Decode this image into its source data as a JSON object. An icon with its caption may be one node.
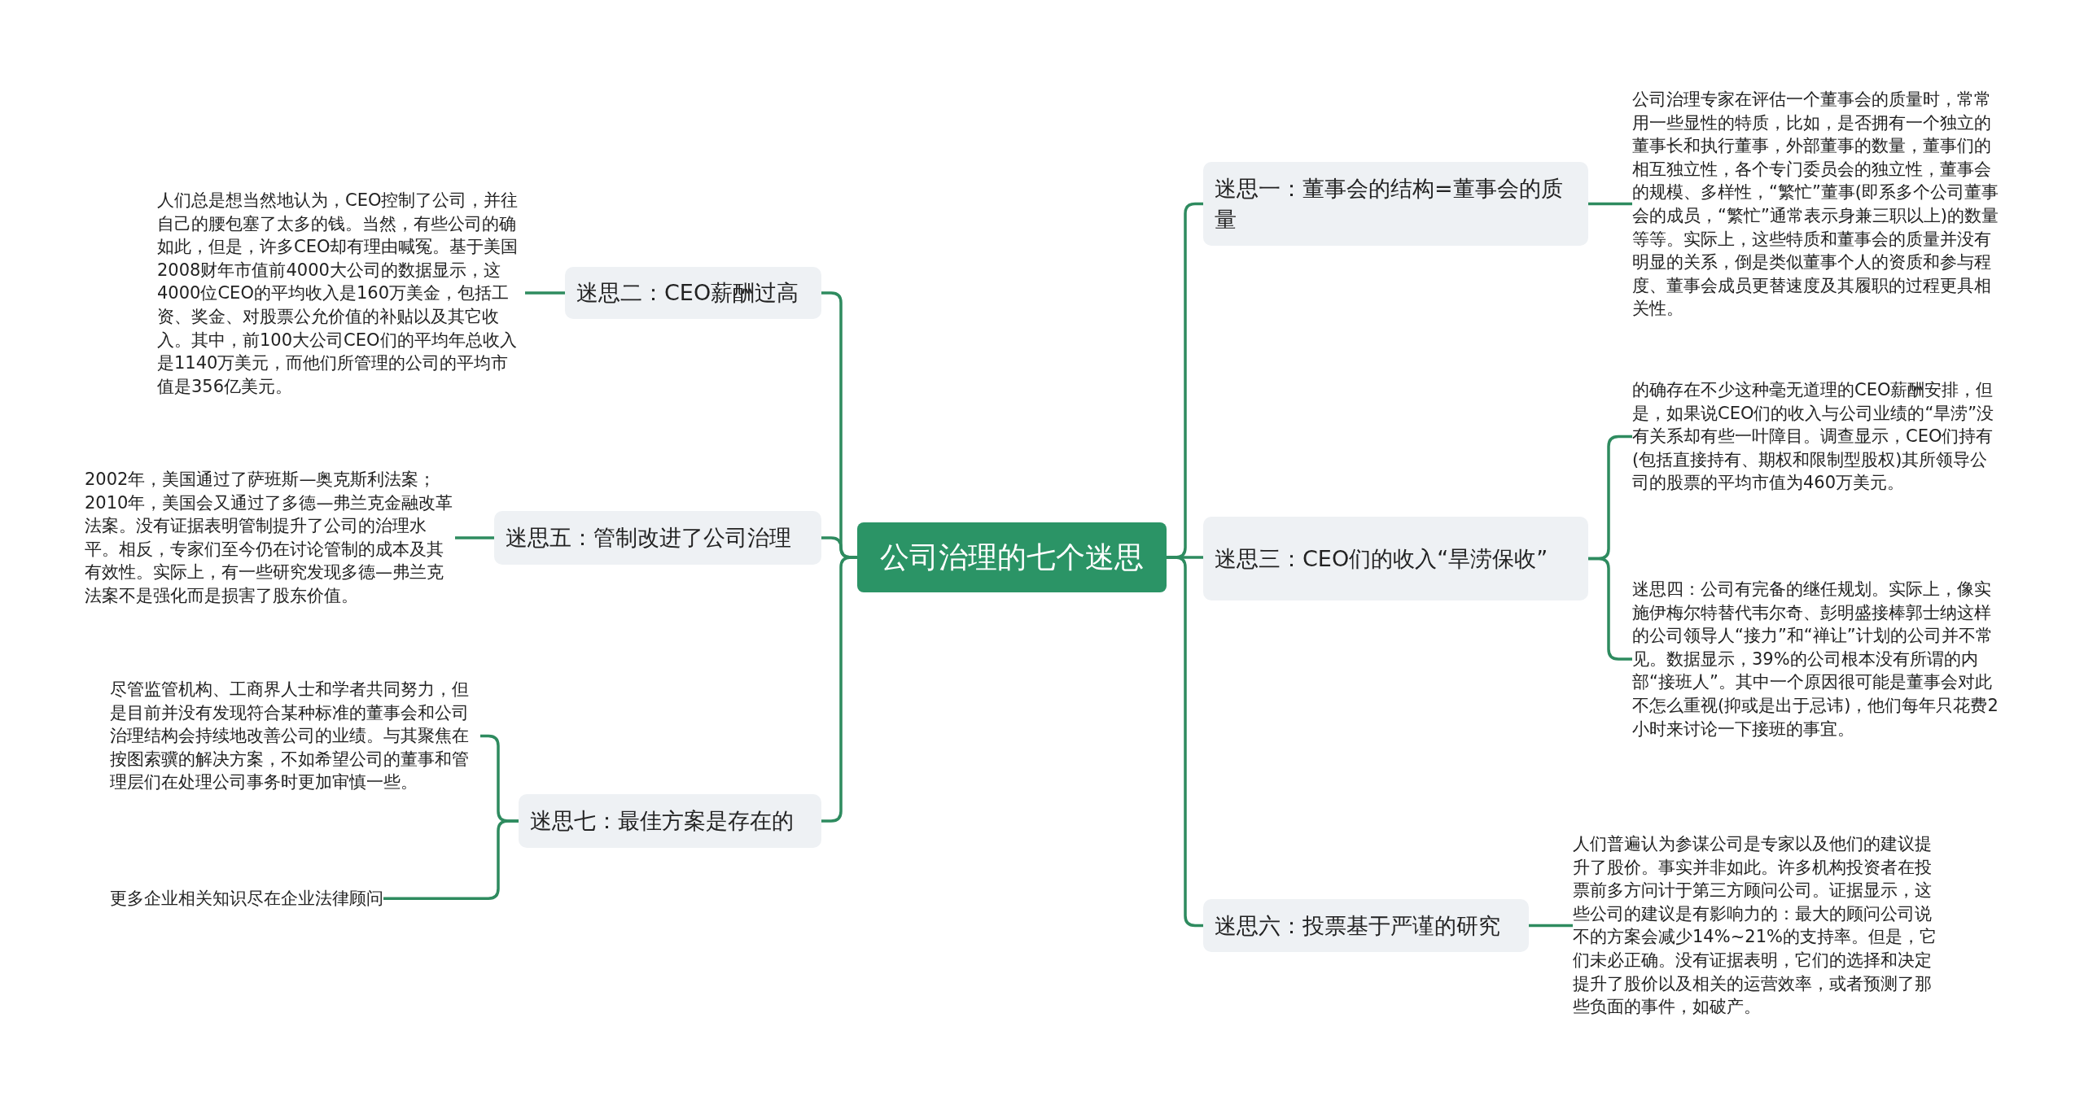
{
  "diagram": {
    "nodes": [
      {
        "text": [
          "公司治理的七个迷思"
        ]
      },
      {
        "text": [
          "迷思二：CEO薪酬过高"
        ]
      },
      {
        "text": [
          "人们总是想当然地认为，CEO控制了公司，并往自己的腰包塞了太多的钱。当然，有些公司的确如此，但是，许多CEO却有理由喊冤。基于美国2008财年市值前4000大公司的数据显示，这4000位CEO的平均收入是160万美金，包括工资、奖金、对股票公允价值的补贴以及其它收入。其中，前100大公司CEO们的平均年总收入是1140万美元，而他们所管理的公司的平均市值是356亿美元。"
        ]
      },
      {
        "text": [
          "迷思五：管制改进了公司治理"
        ]
      },
      {
        "text": [
          "2002年，美国通过了萨班斯—奥克斯利法案；2010年，美国会又通过了多德—弗兰克金融改革法案。没有证据表明管制提升了公司的治理水平。相反，专家们至今仍在讨论管制的成本及其有效性。实际上，有一些研究发现多德—弗兰克法案不是强化而是损害了股东价值。"
        ]
      },
      {
        "text": [
          "迷思七：最佳方案是存在的"
        ]
      },
      {
        "text": [
          "尽管监管机构、工商界人士和学者共同努力，但是目前并没有发现符合某种标准的董事会和公司治理结构会持续地改善公司的业绩。与其聚焦在按图索骥的解决方案，不如希望公司的董事和管理层们在处理公司事务时更加审慎一些。"
        ]
      },
      {
        "text": [
          "更多企业相关知识尽在企业法律顾问"
        ]
      },
      {
        "text": [
          "迷思一：董事会的结构=董事会的质量"
        ]
      },
      {
        "text": [
          "公司治理专家在评估一个董事会的质量时，常常用一些显性的特质，比如，是否拥有一个独立的董事长和执行董事，外部董事的数量，董事们的相互独立性，各个专门委员会的独立性，董事会的规模、多样性，“繁忙”董事(即系多个公司董事会的成员，“繁忙”通常表示身兼三职以上)的数量等等。实际上，这些特质和董事会的质量并没有明显的关系，倒是类似董事个人的资质和参与程度、董事会成员更替速度及其履职的过程更具相关性。"
        ]
      },
      {
        "text": [
          "迷思三：CEO们的收入“旱涝保收”"
        ]
      },
      {
        "text": [
          "的确存在不少这种毫无道理的CEO薪酬安排，但是，如果说CEO们的收入与公司业绩的“旱涝”没有关系却有些一叶障目。调查显示，CEO们持有(包括直接持有、期权和限制型股权)其所领导公司的股票的平均市值为460万美元。"
        ]
      },
      {
        "text": [
          "迷思四：公司有完备的继任规划。实际上，像实施伊梅尔特替代韦尔奇、彭明盛接棒郭士纳这样的公司领导人“接力”和“禅让”计划的公司并不常见。数据显示，39%的公司根本没有所谓的内部“接班人”。其中一个原因很可能是董事会对此不怎么重视(抑或是出于忌讳)，他们每年只花费2小时来讨论一下接班的事宜。"
        ]
      },
      {
        "text": [
          "迷思六：投票基于严谨的研究"
        ]
      },
      {
        "text": [
          "人们普遍认为参谋公司是专家以及他们的建议提升了股价。事实并非如此。许多机构投资者在投票前多方问计于第三方顾问公司。证据显示，这些公司的建议是有影响力的：最大的顾问公司说不的方案会减少14%~21%的支持率。但是，它们未必正确。没有证据表明，它们的选择和决定提升了股价以及相关的运营效率，或者预测了那些负面的事件，如破产。"
        ]
      }
    ],
    "edges": [
      {
        "from": 0,
        "to": 1,
        "arrow": "none"
      },
      {
        "from": 0,
        "to": 3,
        "arrow": "none"
      },
      {
        "from": 0,
        "to": 5,
        "arrow": "none"
      },
      {
        "from": 0,
        "to": 8,
        "arrow": "none"
      },
      {
        "from": 0,
        "to": 10,
        "arrow": "none"
      },
      {
        "from": 0,
        "to": 13,
        "arrow": "none"
      },
      {
        "from": 1,
        "to": 2,
        "arrow": "none"
      },
      {
        "from": 3,
        "to": 4,
        "arrow": "none"
      },
      {
        "from": 5,
        "to": 6,
        "arrow": "none"
      },
      {
        "from": 5,
        "to": 7,
        "arrow": "none"
      },
      {
        "from": 8,
        "to": 9,
        "arrow": "none"
      },
      {
        "from": 10,
        "to": 11,
        "arrow": "none"
      },
      {
        "from": 10,
        "to": 12,
        "arrow": "none"
      },
      {
        "from": 13,
        "to": 14,
        "arrow": "none"
      }
    ]
  }
}
